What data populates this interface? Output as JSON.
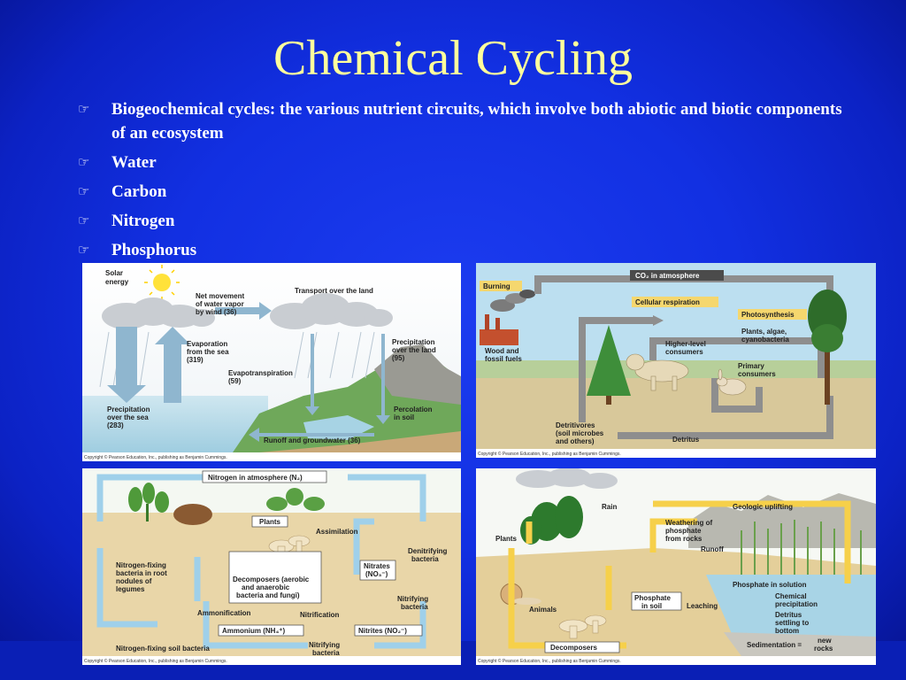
{
  "slide": {
    "title": "Chemical Cycling",
    "bullets": [
      {
        "text": "Biogeochemical cycles: the various nutrient circuits, which involve both abiotic and biotic components of an ecosystem"
      },
      {
        "text": "Water"
      },
      {
        "text": "Carbon"
      },
      {
        "text": "Nitrogen"
      },
      {
        "text": "Phosphorus"
      }
    ],
    "bullet_icon": "pointing-hand-icon"
  },
  "panels": {
    "copyright": "Copyright © Pearson Education, Inc., publishing as Benjamin Cummings.",
    "water": {
      "solar": "Solar",
      "energy": "energy",
      "net1": "Net movement",
      "net2": "of water vapor",
      "net3": "by wind (36)",
      "transport": "Transport over the land",
      "evap1": "Evaporation",
      "evap2": "from the sea",
      "evap3": "(319)",
      "evapo1": "Evapotranspiration",
      "evapo2": "(59)",
      "prec_land1": "Precipitation",
      "prec_land2": "over the land",
      "prec_land3": "(95)",
      "prec_sea1": "Precipitation",
      "prec_sea2": "over the sea",
      "prec_sea3": "(283)",
      "perc1": "Percolation",
      "perc2": "in soil",
      "runoff": "Runoff and groundwater (36)"
    },
    "carbon": {
      "co2": "CO₂ in atmosphere",
      "burning": "Burning",
      "cellular": "Cellular respiration",
      "photo": "Photosynthesis",
      "plants1": "Plants, algae,",
      "plants2": "cyanobacteria",
      "higher1": "Higher-level",
      "higher2": "consumers",
      "primary1": "Primary",
      "primary2": "consumers",
      "wood1": "Wood and",
      "wood2": "fossil fuels",
      "detritivores1": "Detritivores",
      "detritivores2": "(soil microbes",
      "detritivores3": "and others)",
      "detritus": "Detritus"
    },
    "nitrogen": {
      "atm": "Nitrogen in atmosphere (N₂)",
      "plants": "Plants",
      "assimilation": "Assimilation",
      "denit1": "Denitrifying",
      "denit2": "bacteria",
      "nfix1": "Nitrogen-fixing",
      "nfix2": "bacteria in root",
      "nfix3": "nodules of",
      "nfix4": "legumes",
      "decomp1": "Decomposers (aerobic",
      "decomp2": "and anaerobic",
      "decomp3": "bacteria and fungi)",
      "nitrates1": "Nitrates",
      "nitrates2": "(NO₃⁻)",
      "nitrifying1": "Nitrifying",
      "nitrifying2": "bacteria",
      "ammonification": "Ammonification",
      "nitrification": "Nitrification",
      "ammonium": "Ammonium (NH₄⁺)",
      "nitrites": "Nitrites (NO₂⁻)",
      "soil_bact": "Nitrogen-fixing soil bacteria",
      "nitrifying_b1": "Nitrifying",
      "nitrifying_b2": "bacteria"
    },
    "phosphorus": {
      "rain": "Rain",
      "geologic": "Geologic uplifting",
      "plants": "Plants",
      "weath1": "Weathering of",
      "weath2": "phosphate",
      "weath3": "from rocks",
      "runoff": "Runoff",
      "solution": "Phosphate in solution",
      "soil1": "Phosphate",
      "soil2": "in soil",
      "animals": "Animals",
      "leaching": "Leaching",
      "chem1": "Chemical",
      "chem2": "precipitation",
      "detr1": "Detritus",
      "detr2": "settling to",
      "detr3": "bottom",
      "decomposers": "Decomposers",
      "sed": "Sedimentation =",
      "new1": "new",
      "new2": "rocks"
    }
  }
}
